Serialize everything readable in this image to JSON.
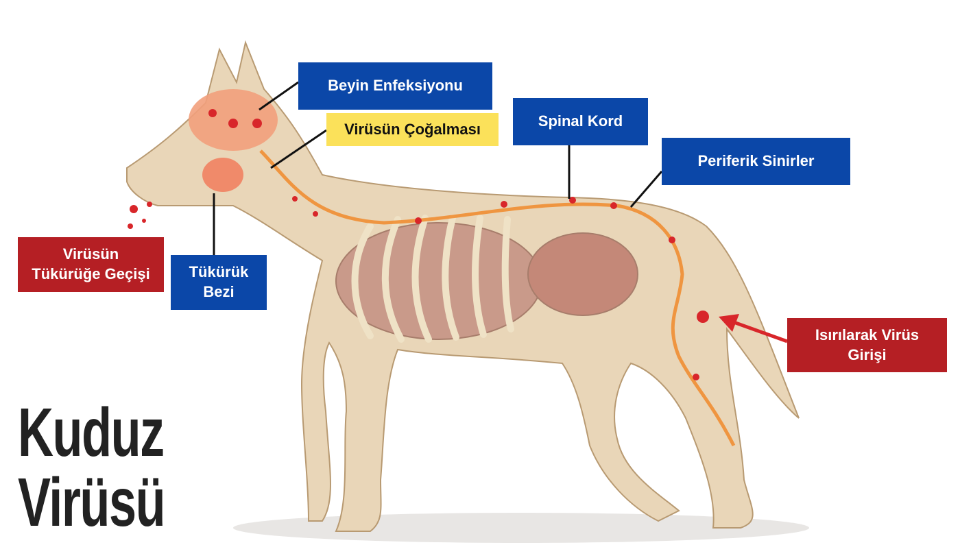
{
  "title": {
    "line1": "Kuduz",
    "line2": "Virüsü"
  },
  "labels": {
    "brain": "Beyin Enfeksiyonu",
    "replication": "Virüsün Çoğalması",
    "spinal": "Spinal Kord",
    "peripheral": "Periferik Sinirler",
    "saliva_transfer": "Virüsün Tükürüğe Geçişi",
    "salivary_gland": "Tükürük Bezi",
    "bite_entry": "Isırılarak Virüs Girişi"
  },
  "colors": {
    "blue": "#0b47a8",
    "red": "#b51f24",
    "yellow": "#fbe15a",
    "nerve": "#f08a2a",
    "virus": "#d8262a"
  }
}
